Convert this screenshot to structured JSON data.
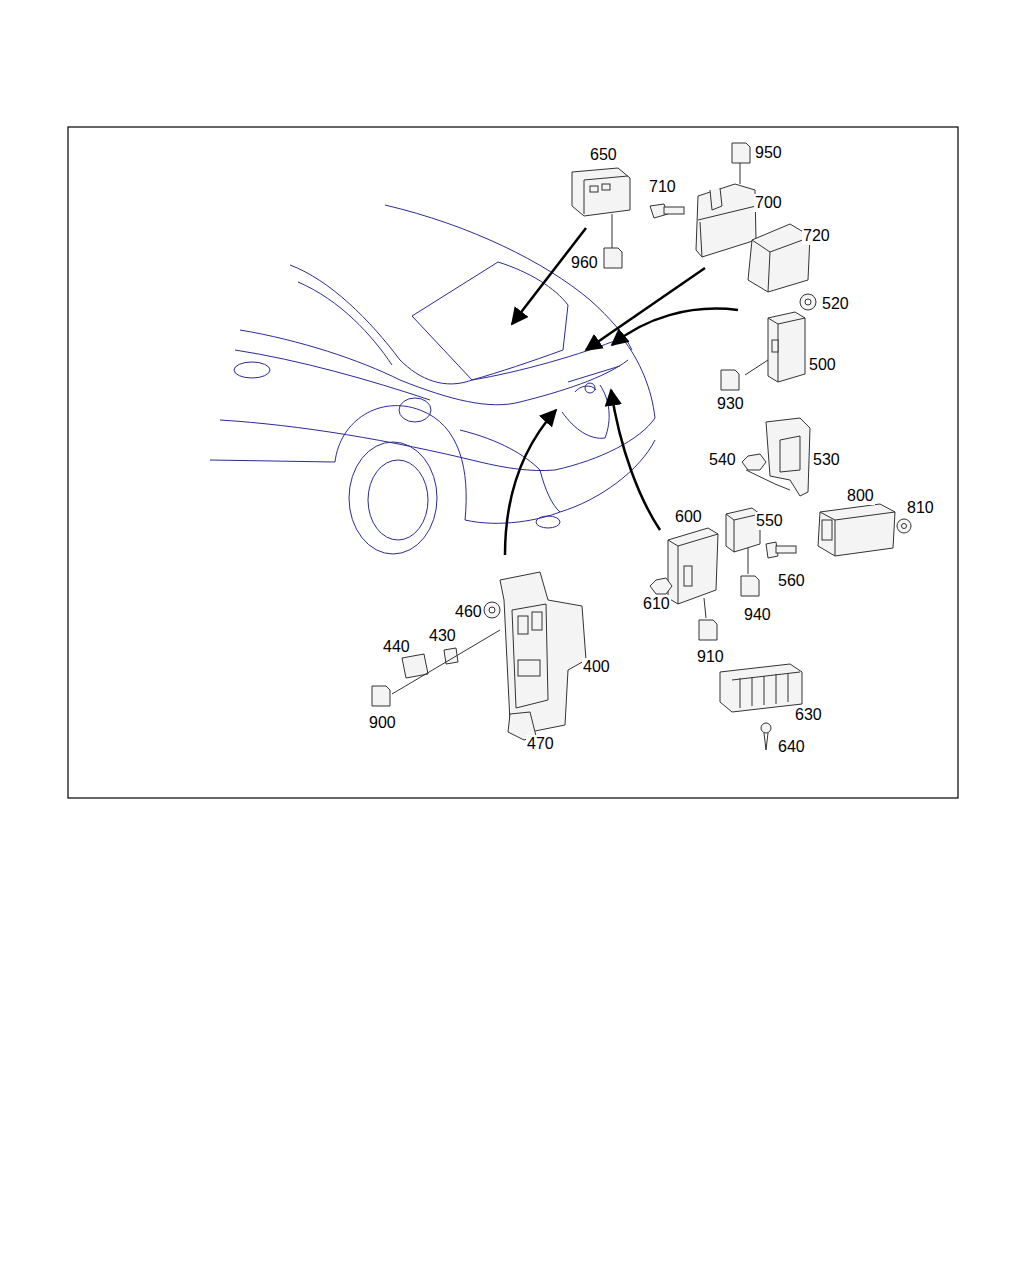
{
  "diagram": {
    "labels": [
      "650",
      "950",
      "710",
      "700",
      "720",
      "960",
      "520",
      "500",
      "930",
      "540",
      "530",
      "800",
      "810",
      "600",
      "550",
      "560",
      "610",
      "460",
      "430",
      "440",
      "940",
      "400",
      "910",
      "900",
      "630",
      "640",
      "470"
    ]
  }
}
